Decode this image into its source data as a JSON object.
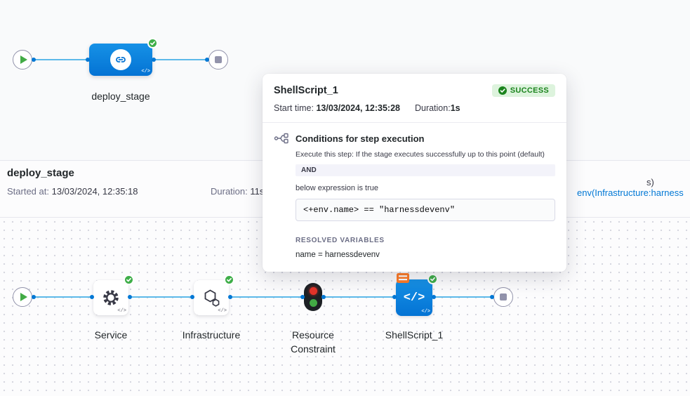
{
  "colors": {
    "accent_blue": "#0473d4",
    "link_blue": "#0278d5",
    "line_blue": "#5db9e9",
    "success_green": "#42ab45",
    "success_badge_bg": "#ddf3dd",
    "success_badge_text": "#1b841d",
    "barrier_orange": "#ff7b26",
    "traffic_red": "#e4342a"
  },
  "icons": {
    "code_glyph": "</>",
    "code_glyph_small": "</>"
  },
  "top_pipeline": {
    "stage_label": "deploy_stage"
  },
  "stage_bar": {
    "title": "deploy_stage",
    "started_label": "Started at:",
    "started_value": "13/03/2024, 12:35:18",
    "duration_label": "Duration:",
    "duration_value": "11s",
    "clipped_text_line1": "s)",
    "clipped_link": "env(Infrastructure:harness"
  },
  "popover": {
    "title": "ShellScript_1",
    "status_label": "SUCCESS",
    "start_time_label": "Start time:",
    "start_time_value": "13/03/2024, 12:35:28",
    "duration_label": "Duration:",
    "duration_value": "1s",
    "conditions_heading": "Conditions for step execution",
    "conditions_line": "Execute this step: If the stage executes successfully up to this point (default)",
    "operator": "AND",
    "expression_intro": "below expression is true",
    "expression": "<+env.name> == \"harnessdevenv\"",
    "resolved_heading": "RESOLVED VARIABLES",
    "resolved_value": "name = harnessdevenv"
  },
  "bottom_pipeline": {
    "steps": [
      {
        "label": "Service",
        "icon": "gear-icon",
        "status": "success"
      },
      {
        "label": "Infrastructure",
        "icon": "infrastructure-icon",
        "status": "success"
      },
      {
        "label": "Resource Constraint",
        "icon": "traffic-light-icon",
        "status": "none"
      },
      {
        "label": "ShellScript_1",
        "icon": "code-icon",
        "status": "success"
      }
    ]
  }
}
